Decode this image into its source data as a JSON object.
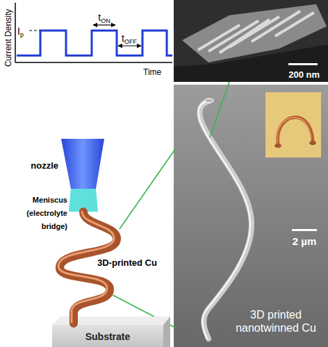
{
  "diagram": {
    "nodes": [
      {
        "text": [
          "200 nm"
        ]
      },
      {
        "text": [
          "2 µm",
          "3D printed nanotwinned Cu"
        ]
      },
      {
        "text": [
          "Substrate"
        ]
      }
    ],
    "labels": [
      "Current Density",
      "I",
      "p",
      "t",
      "ON",
      "t",
      "OFF",
      "Time",
      "nozzle",
      "Meniscus (electrolyte bridge)",
      "3D-printed Cu"
    ]
  }
}
